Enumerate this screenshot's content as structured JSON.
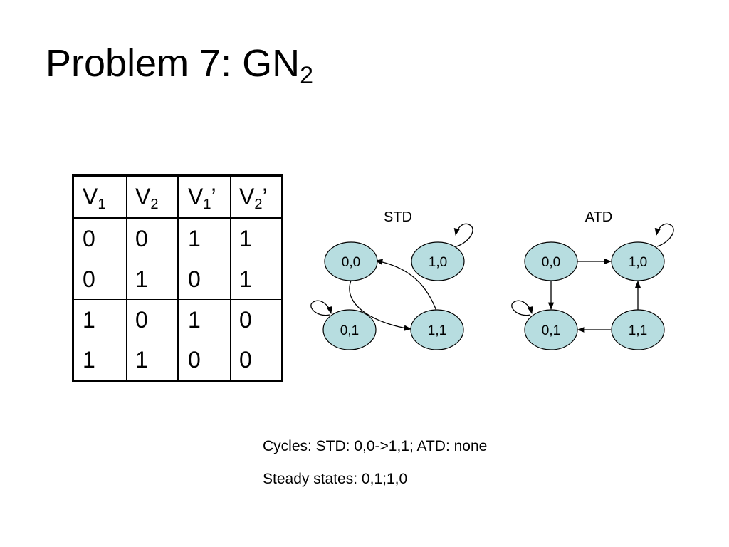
{
  "slide": {
    "title_main": "Problem 7: GN",
    "title_sub": "2"
  },
  "truth_table": {
    "headers": [
      {
        "base": "V",
        "sub": "1",
        "suffix": ""
      },
      {
        "base": "V",
        "sub": "2",
        "suffix": ""
      },
      {
        "base": "V",
        "sub": "1",
        "suffix": "’"
      },
      {
        "base": "V",
        "sub": "2",
        "suffix": "’"
      }
    ],
    "rows": [
      [
        "0",
        "0",
        "1",
        "1"
      ],
      [
        "0",
        "1",
        "0",
        "1"
      ],
      [
        "1",
        "0",
        "1",
        "0"
      ],
      [
        "1",
        "1",
        "0",
        "0"
      ]
    ]
  },
  "std": {
    "title": "STD",
    "nodes": [
      "0,0",
      "1,0",
      "0,1",
      "1,1"
    ]
  },
  "atd": {
    "title": "ATD",
    "nodes": [
      "0,0",
      "1,0",
      "0,1",
      "1,1"
    ]
  },
  "colors": {
    "node_fill": "#b7dde0",
    "stroke": "#000000"
  },
  "notes": {
    "cycles": "Cycles: STD: 0,0->1,1; ATD: none",
    "steady_states": "Steady states: 0,1;1,0"
  }
}
